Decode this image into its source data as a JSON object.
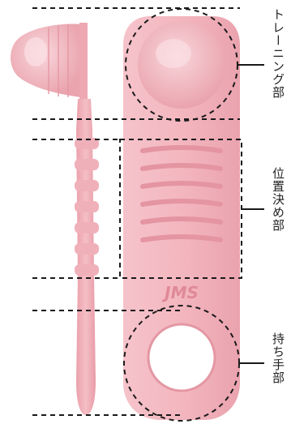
{
  "labels": {
    "training": "トレーニング部",
    "positioning": "位置決め部",
    "handle": "持ち手部"
  },
  "logo_text": "JMS",
  "colors": {
    "body_pink": "#f3b8c0",
    "body_pink_dark": "#e79aa5",
    "body_pink_light": "#f9d3d8",
    "dash_line": "#1a1a1a",
    "label_text": "#222222"
  }
}
